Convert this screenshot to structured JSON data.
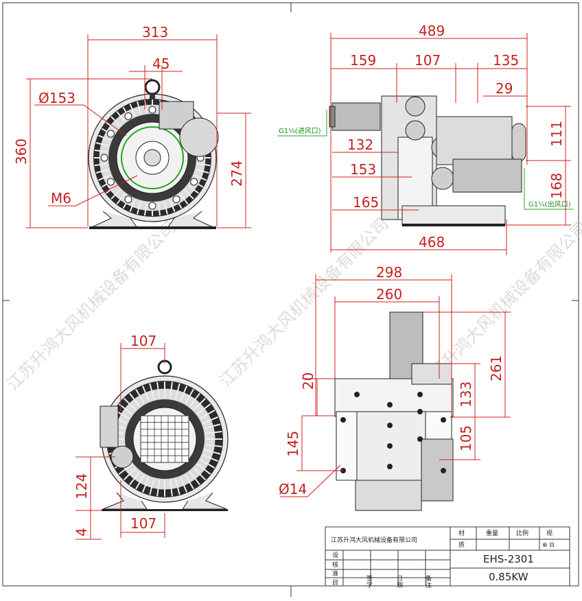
{
  "drawing": {
    "front_view": {
      "width_dim": "313",
      "bolt_spacing": "45",
      "flange_diameter": "Ø153",
      "height_dim": "360",
      "center_height": "274",
      "thread_label": "M6"
    },
    "side_view": {
      "overall_length": "489",
      "dim_159": "159",
      "dim_107": "107",
      "dim_135": "135",
      "dim_29": "29",
      "dim_132": "132",
      "dim_153": "153",
      "dim_165": "165",
      "base_length": "468",
      "dim_111": "111",
      "dim_168": "168",
      "inlet_label": "G1¼(进风口)",
      "outlet_label": "G1¼(出风口)"
    },
    "rear_view": {
      "top_width": "107",
      "bottom_width": "107",
      "dim_124": "124",
      "dim_4": "4"
    },
    "bottom_view": {
      "overall_width": "298",
      "mount_width": "260",
      "dim_20": "20",
      "dim_133": "133",
      "dim_261": "261",
      "dim_145": "145",
      "dim_105": "105",
      "hole_diameter": "Ø14"
    },
    "watermark": "江苏升鸿大风机械设备有限公司"
  },
  "title_block": {
    "company": "江苏升鸿大风机械设备有限公司",
    "col_material": "材",
    "col_quality": "质",
    "col_weight": "重量",
    "col_scale": "比例",
    "col_view": "视",
    "view_symbol": "⊕ ⊟",
    "row_design": "设",
    "row_check": "核",
    "row_approve": "准",
    "row_date": "目",
    "bottom_sign": "签",
    "bottom_char": "字",
    "bottom_date": "日",
    "bottom_period": "期",
    "bottom_note": "备",
    "bottom_note2": "注",
    "model": "EHS-2301",
    "power": "0.85KW"
  }
}
